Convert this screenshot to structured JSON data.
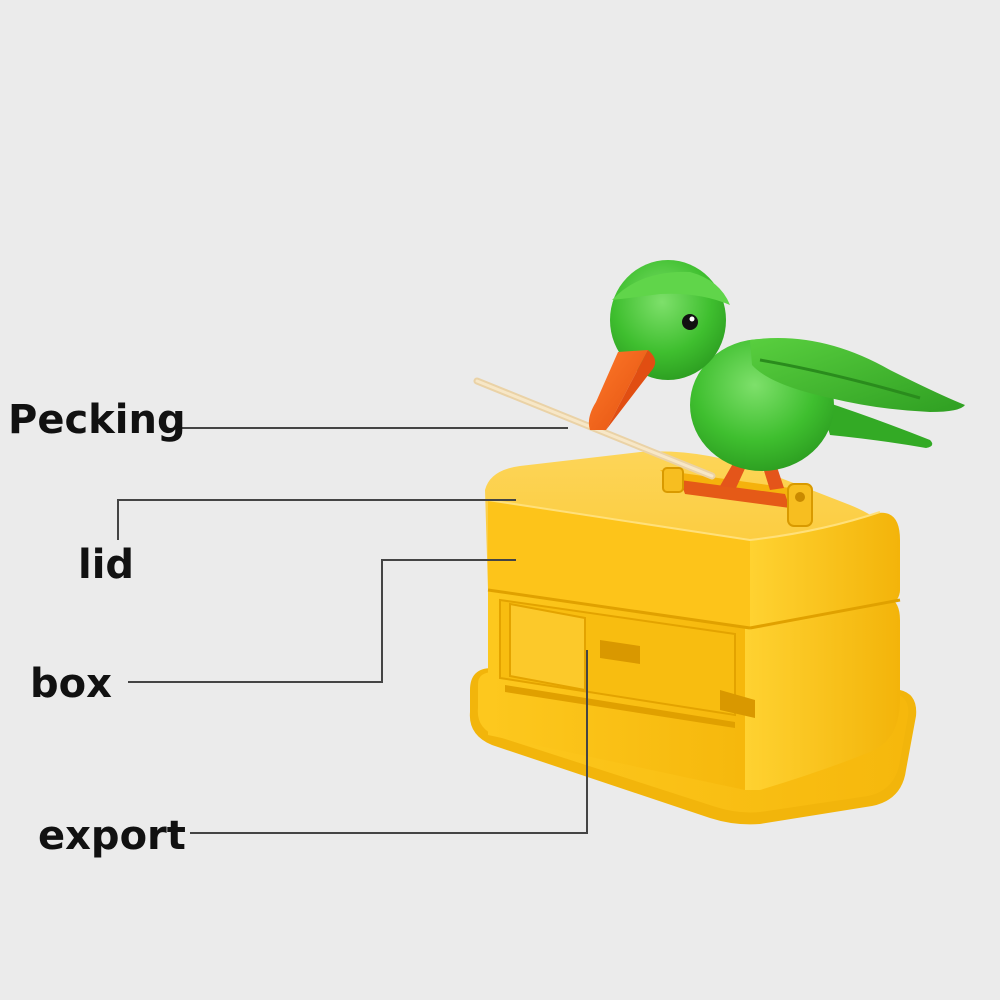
{
  "labels": {
    "pecking": "Pecking",
    "lid": "lid",
    "box": "box",
    "export": "export"
  },
  "colors": {
    "background": "#ebebeb",
    "bird_green": "#3fbf2f",
    "beak_orange": "#f2651c",
    "box_yellow": "#fcc61a",
    "leader_line": "#444444"
  }
}
